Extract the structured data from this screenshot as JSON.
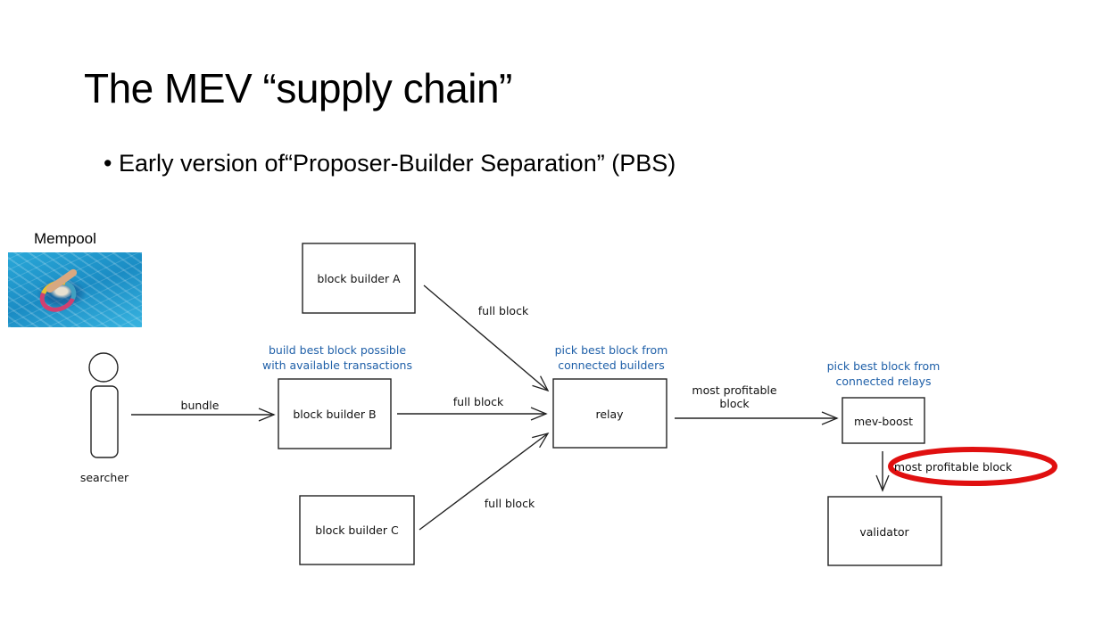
{
  "slide": {
    "title": "The MEV “supply chain”",
    "bullet": "• Early version of“Proposer-Builder Separation” (PBS)"
  },
  "mempool": {
    "label": "Mempool",
    "image": "pool-photo"
  },
  "nodes": {
    "searcher": "searcher",
    "builder_a": "block builder A",
    "builder_b": "block builder B",
    "builder_c": "block builder C",
    "relay": "relay",
    "mev_boost": "mev-boost",
    "validator": "validator"
  },
  "edges": {
    "bundle": "bundle",
    "full_block_a": "full block",
    "full_block_b": "full block",
    "full_block_c": "full block",
    "relay_to_boost_line1": "most profitable",
    "relay_to_boost_line2": "block",
    "boost_to_validator": "most profitable block"
  },
  "notes": {
    "builder_b_line1": "build best block possible",
    "builder_b_line2": "with available transactions",
    "relay_line1": "pick best block from",
    "relay_line2": "connected builders",
    "boost_line1": "pick best block from",
    "boost_line2": "connected relays"
  },
  "colors": {
    "note": "#1e5fa8",
    "highlight": "#e01010"
  }
}
